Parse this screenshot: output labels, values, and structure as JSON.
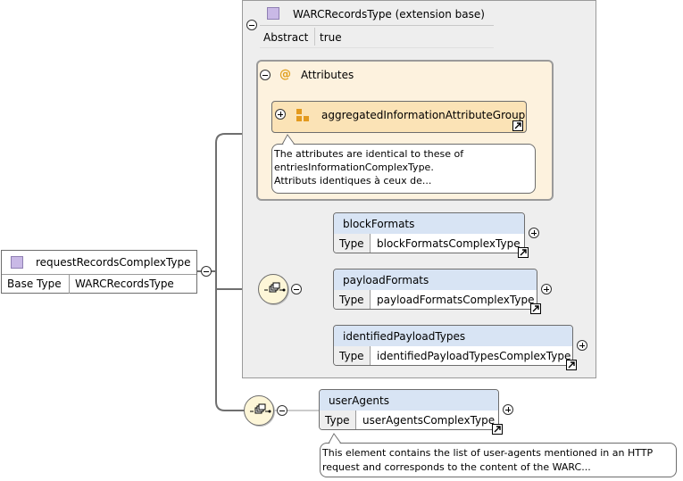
{
  "root": {
    "name": "requestRecordsComplexType",
    "base_type_label": "Base Type",
    "base_type_value": "WARCRecordsType"
  },
  "extension": {
    "title": "WARCRecordsType (extension base)",
    "abstract_label": "Abstract",
    "abstract_value": "true"
  },
  "attributes": {
    "title": "Attributes",
    "at_symbol": "@",
    "group_name": "aggregatedInformationAttributeGroup",
    "note_lines": [
      "The attributes are identical to these of",
      "entriesInformationComplexType.",
      "Attributs identiques à ceux de..."
    ]
  },
  "elements": [
    {
      "name": "blockFormats",
      "type_label": "Type",
      "type_value": "blockFormatsComplexType"
    },
    {
      "name": "payloadFormats",
      "type_label": "Type",
      "type_value": "payloadFormatsComplexType"
    },
    {
      "name": "identifiedPayloadTypes",
      "type_label": "Type",
      "type_value": "identifiedPayloadTypesComplexType"
    },
    {
      "name": "userAgents",
      "type_label": "Type",
      "type_value": "userAgentsComplexType"
    }
  ],
  "user_agents_note_lines": [
    "This element contains the list of user-agents mentioned in an HTTP",
    "request and corresponds to the content of the WARC..."
  ],
  "colors": {
    "element_header": "#d8e4f4",
    "attribute_panel": "#fdf2de",
    "attribute_group": "#fbe3b6",
    "type_icon": "#c9b9e6",
    "connector": "#666666"
  }
}
